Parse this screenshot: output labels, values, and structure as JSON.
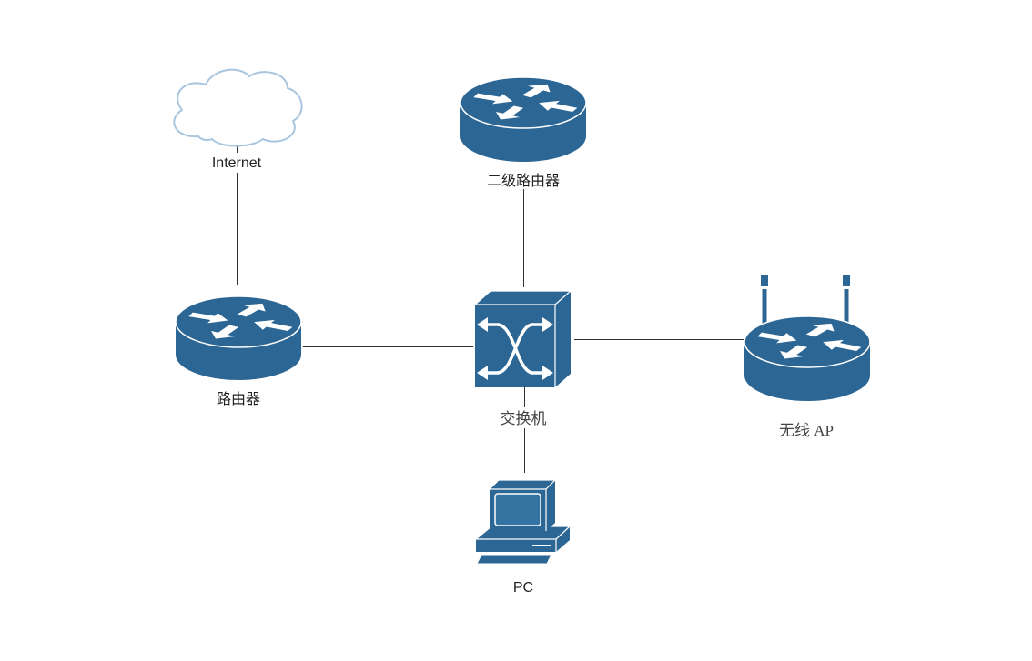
{
  "nodes": {
    "internet": {
      "label": "Internet",
      "icon": "cloud-icon"
    },
    "secondary_router": {
      "label": "二级路由器",
      "icon": "router-icon"
    },
    "router": {
      "label": "路由器",
      "icon": "router-icon"
    },
    "switch": {
      "label": "交换机",
      "icon": "switch-icon"
    },
    "wireless_ap": {
      "label": "无线 AP",
      "icon": "wireless-router-icon"
    },
    "pc": {
      "label": "PC",
      "icon": "pc-icon"
    }
  },
  "colors": {
    "device": "#2c6694",
    "cloud_stroke": "#a9c6df",
    "link": "#333333"
  }
}
